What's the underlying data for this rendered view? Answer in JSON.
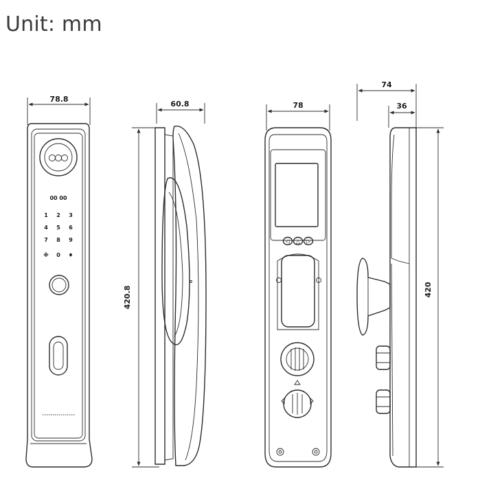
{
  "title": "Unit: mm",
  "dimensions": {
    "front_width": "78.8",
    "side_depth": "60.8",
    "side_height": "420.8",
    "back_width": "78",
    "inner_depth_outer": "74",
    "inner_depth_inner": "36",
    "inner_height": "420"
  },
  "keypad": {
    "top_label": "00 00",
    "rows": [
      [
        "1",
        "2",
        "3"
      ],
      [
        "4",
        "5",
        "6"
      ],
      [
        "7",
        "8",
        "9"
      ],
      [
        "※",
        "0",
        "♦"
      ]
    ]
  },
  "back_buttons": [
    "◁",
    "△",
    "▷"
  ],
  "colors": {
    "line": "#2a2a2a",
    "text": "#3a3a3a"
  }
}
